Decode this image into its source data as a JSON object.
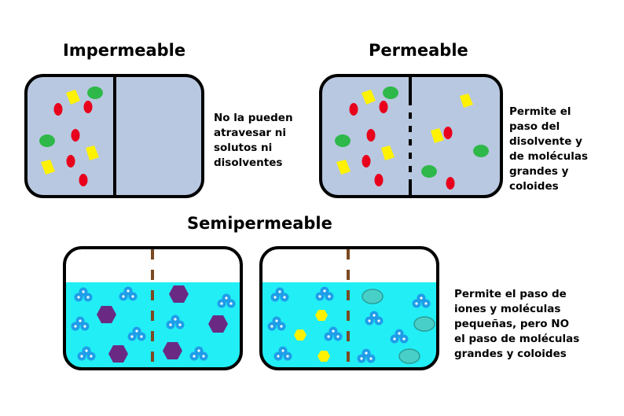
{
  "panels": {
    "impermeable": {
      "title": "Impermeable",
      "description": [
        "No la pueden",
        "atravesar ni",
        "solutos ni",
        "disolventes"
      ]
    },
    "permeable": {
      "title": "Permeable",
      "description": [
        "Permite el",
        "paso del",
        "disolvente y",
        "de moléculas",
        "grandes y",
        "coloides"
      ]
    },
    "semipermeable": {
      "title": "Semipermeable",
      "description": [
        "Permite el paso de",
        "iones y moléculas",
        "pequeñas, pero NO",
        "el paso de moléculas",
        "grandes y coloides"
      ]
    }
  },
  "colors": {
    "container_fill": "#b8c8e0",
    "water": "#22eef5",
    "red_particle": "#e8001c",
    "green_particle": "#2fb84a",
    "yellow_particle": "#fff200",
    "purple_hexagon": "#6a2a84",
    "teal_ellipse": "#48cfc8",
    "blue_cluster": "#1e9de8",
    "membrane_brown": "#7b4a22"
  }
}
